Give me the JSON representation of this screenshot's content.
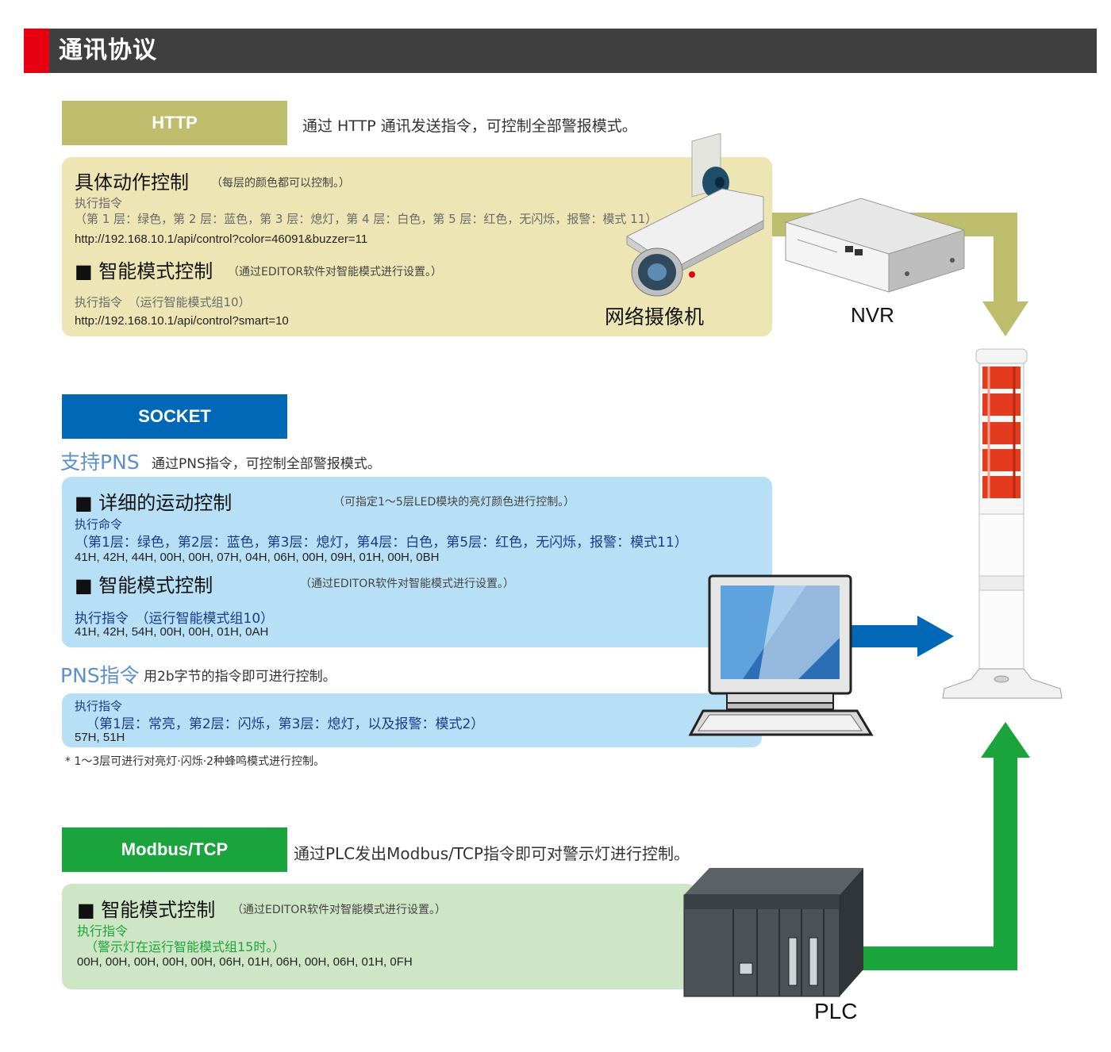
{
  "header": {
    "title": "通讯协议"
  },
  "colors": {
    "accent_red": "#e60012",
    "http": "#bdbd6b",
    "socket": "#0068b7",
    "modbus": "#1aa53c"
  },
  "http": {
    "tag": "HTTP",
    "description": "通过 HTTP 通讯发送指令，可控制全部警报模式。",
    "section1_title": "具体动作控制",
    "section1_note": "（每层的颜色都可以控制。）",
    "cmd_label": "执行指令",
    "cmd_detail": "（第 1 层：绿色，第 2 层：蓝色，第 3 层：熄灯，第 4 层：白色，第 5 层：红色，无闪烁，报警：模式 11）",
    "url1": "http://192.168.10.1/api/control?color=46091&buzzer=11",
    "section2_title": "■ 智能模式控制",
    "section2_note": "（通过EDITOR软件对智能模式进行设置。）",
    "cmd2_label": "执行指令　（运行智能模式组10）",
    "url2": "http://192.168.10.1/api/control?smart=10",
    "camera_label": "网络摄像机",
    "nvr_label": "NVR"
  },
  "socket": {
    "tag": "SOCKET",
    "pns_support": "支持PNS",
    "pns_support_desc": "通过PNS指令，可控制全部警报模式。",
    "section1_title": "■ 详细的运动控制",
    "section1_note": "（可指定1～5层LED模块的亮灯颜色进行控制。）",
    "cmd_label": "执行命令",
    "cmd_detail": "（第1层：绿色，第2层：蓝色，第3层：熄灯，第4层：白色，第5层：红色，无闪烁，报警：模式11）",
    "hex1": "41H, 42H, 44H, 00H, 00H, 07H, 04H, 06H, 00H, 09H, 01H, 00H, 0BH",
    "section2_title": "■ 智能模式控制",
    "section2_note": "（通过EDITOR软件对智能模式进行设置。）",
    "cmd2_label": "执行指令　（运行智能模式组10）",
    "hex2": "41H, 42H, 54H, 00H, 00H, 01H, 0AH",
    "pns_cmd": "PNS指令",
    "pns_cmd_desc": "用2b字节的指令即可进行控制。",
    "cmd3_label": "执行指令",
    "cmd3_detail": "（第1层：常亮，第2层：闪烁，第3层：熄灯，以及报警：模式2）",
    "hex3": "57H, 51H",
    "footnote": "* 1～3层可进行对亮灯·闪烁·2种蜂鸣模式进行控制。"
  },
  "modbus": {
    "tag": "Modbus/TCP",
    "description": "通过PLC发出Modbus/TCP指令即可对警示灯进行控制。",
    "section_title": "■ 智能模式控制",
    "section_note": "（通过EDITOR软件对智能模式进行设置。）",
    "cmd_label": "执行指令",
    "cmd_detail": "（警示灯在运行智能模式组15时。）",
    "hex": "00H, 00H, 00H, 00H, 00H, 06H, 01H, 06H, 00H, 06H, 01H, 0FH",
    "plc_label": "PLC"
  }
}
